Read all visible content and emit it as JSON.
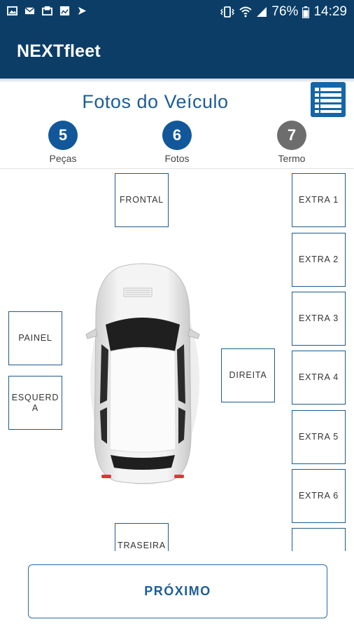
{
  "status_bar": {
    "icons": [
      "image-icon",
      "mail-icon",
      "mailbox-icon",
      "gallery-icon",
      "send-icon"
    ],
    "right_icons": [
      "vibrate-icon",
      "wifi-icon",
      "signal-icon",
      "battery-icon"
    ],
    "battery": "76%",
    "time": "14:29"
  },
  "app_bar": {
    "title": "NEXTfleet"
  },
  "page": {
    "title": "Fotos do Veículo",
    "list_button_icon": "list-icon"
  },
  "steps": [
    {
      "number": "5",
      "label": "Peças",
      "color": "#11579a"
    },
    {
      "number": "6",
      "label": "Fotos",
      "color": "#11579a"
    },
    {
      "number": "7",
      "label": "Termo",
      "color": "#6d6d6d"
    }
  ],
  "slots": {
    "frontal": "FRONTAL",
    "painel": "PAINEL",
    "esquerda": "ESQUERDA",
    "direita": "DIREITA",
    "traseira": "TRASEIRA",
    "extras": [
      "EXTRA 1",
      "EXTRA 2",
      "EXTRA 3",
      "EXTRA 4",
      "EXTRA 5",
      "EXTRA 6",
      ""
    ]
  },
  "vehicle": {
    "icon": "car-top-view-icon"
  },
  "footer": {
    "next_label": "PRÓXIMO"
  },
  "colors": {
    "primary": "#0b3d66",
    "accent": "#1566a8",
    "title": "#1d5d96"
  }
}
